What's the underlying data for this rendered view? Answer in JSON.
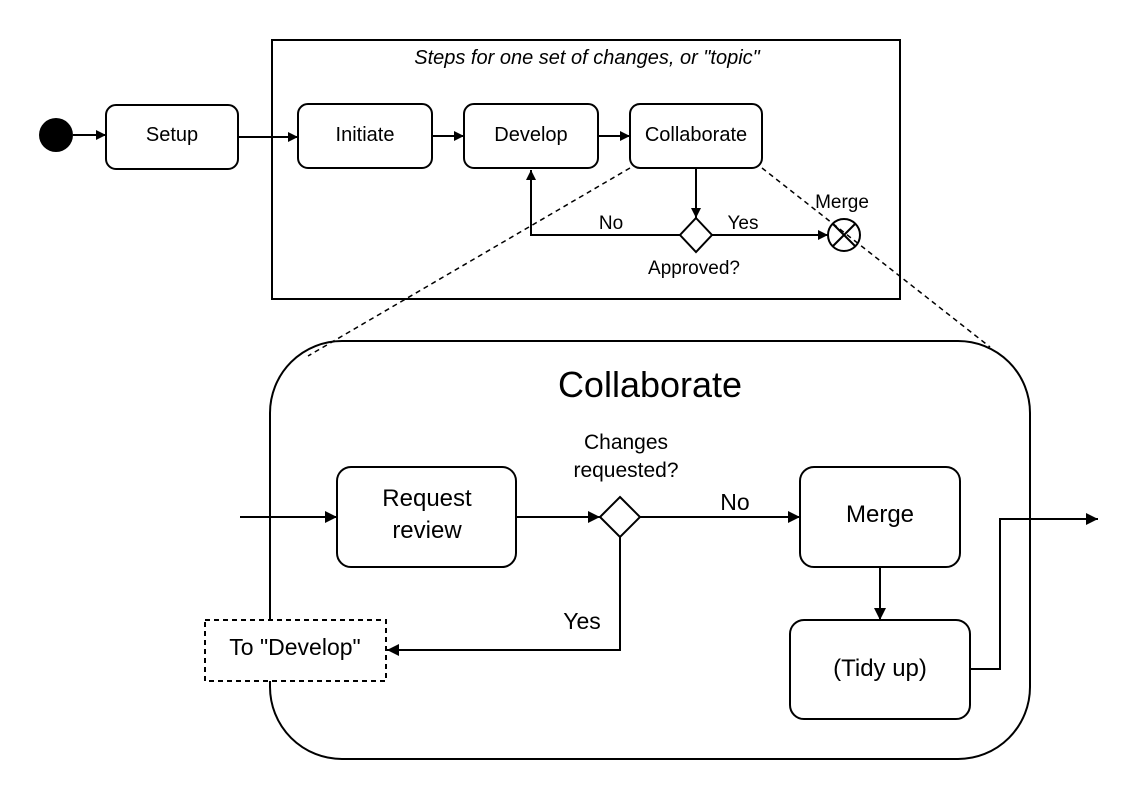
{
  "colors": {
    "stroke": "#000000",
    "fill": "#ffffff",
    "start_dot": "#000000"
  },
  "top": {
    "frame_title": "Steps for one set of changes, or \"topic\"",
    "setup": "Setup",
    "initiate": "Initiate",
    "develop": "Develop",
    "collaborate": "Collaborate",
    "decision_label": "Approved?",
    "branch_no": "No",
    "branch_yes": "Yes",
    "merge_label": "Merge"
  },
  "detail": {
    "title": "Collaborate",
    "request_review_line1": "Request",
    "request_review_line2": "review",
    "decision_line1": "Changes",
    "decision_line2": "requested?",
    "branch_no": "No",
    "branch_yes": "Yes",
    "merge": "Merge",
    "tidy_up": "(Tidy up)",
    "to_develop": "To \"Develop\""
  }
}
